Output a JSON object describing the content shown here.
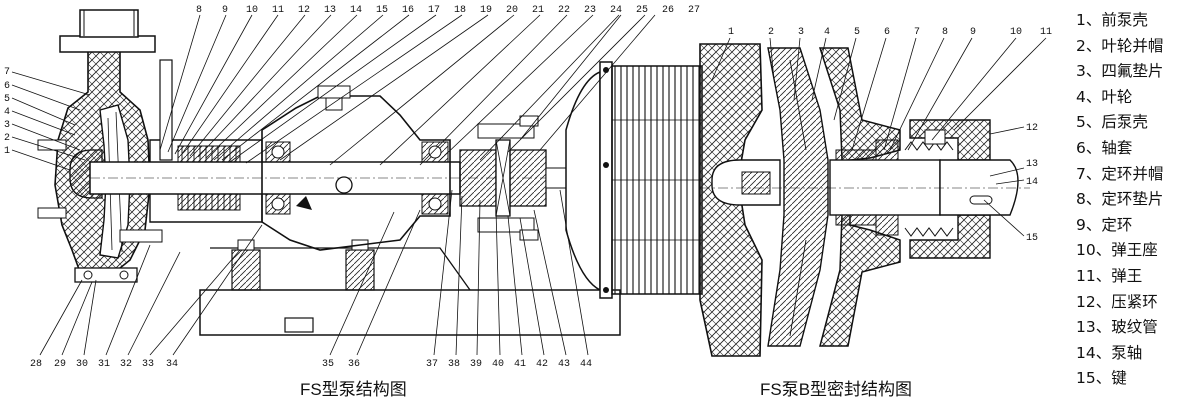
{
  "captions": {
    "left": "FS型泵结构图",
    "right": "FS泵B型密封结构图"
  },
  "legend": [
    {
      "num": "1",
      "label": "前泵壳"
    },
    {
      "num": "2",
      "label": "叶轮并帽"
    },
    {
      "num": "3",
      "label": "四氟垫片"
    },
    {
      "num": "4",
      "label": "叶轮"
    },
    {
      "num": "5",
      "label": "后泵壳"
    },
    {
      "num": "6",
      "label": "轴套"
    },
    {
      "num": "7",
      "label": "定环并帽"
    },
    {
      "num": "8",
      "label": "定环垫片"
    },
    {
      "num": "9",
      "label": "定环"
    },
    {
      "num": "10",
      "label": "弹王座"
    },
    {
      "num": "11",
      "label": "弹王"
    },
    {
      "num": "12",
      "label": "压紧环"
    },
    {
      "num": "13",
      "label": "玻纹管"
    },
    {
      "num": "14",
      "label": "泵轴"
    },
    {
      "num": "15",
      "label": "键"
    }
  ],
  "left_callouts_top": [
    "8",
    "9",
    "10",
    "11",
    "12",
    "13",
    "14",
    "15",
    "16",
    "17",
    "18",
    "19",
    "20",
    "21",
    "22",
    "23",
    "24",
    "25",
    "26",
    "27"
  ],
  "left_callouts_side": [
    "7",
    "6",
    "5",
    "4",
    "3",
    "2",
    "1"
  ],
  "left_callouts_bottom": [
    "28",
    "29",
    "30",
    "31",
    "32",
    "33",
    "34",
    "35",
    "36",
    "37",
    "38",
    "39",
    "40",
    "41",
    "42",
    "43",
    "44"
  ],
  "right_callouts_top": [
    "1",
    "2",
    "3",
    "4",
    "5",
    "6",
    "7",
    "8",
    "9",
    "10",
    "11"
  ],
  "right_callouts_side": [
    "12",
    "13",
    "14",
    "15"
  ],
  "legend_separator": "、"
}
